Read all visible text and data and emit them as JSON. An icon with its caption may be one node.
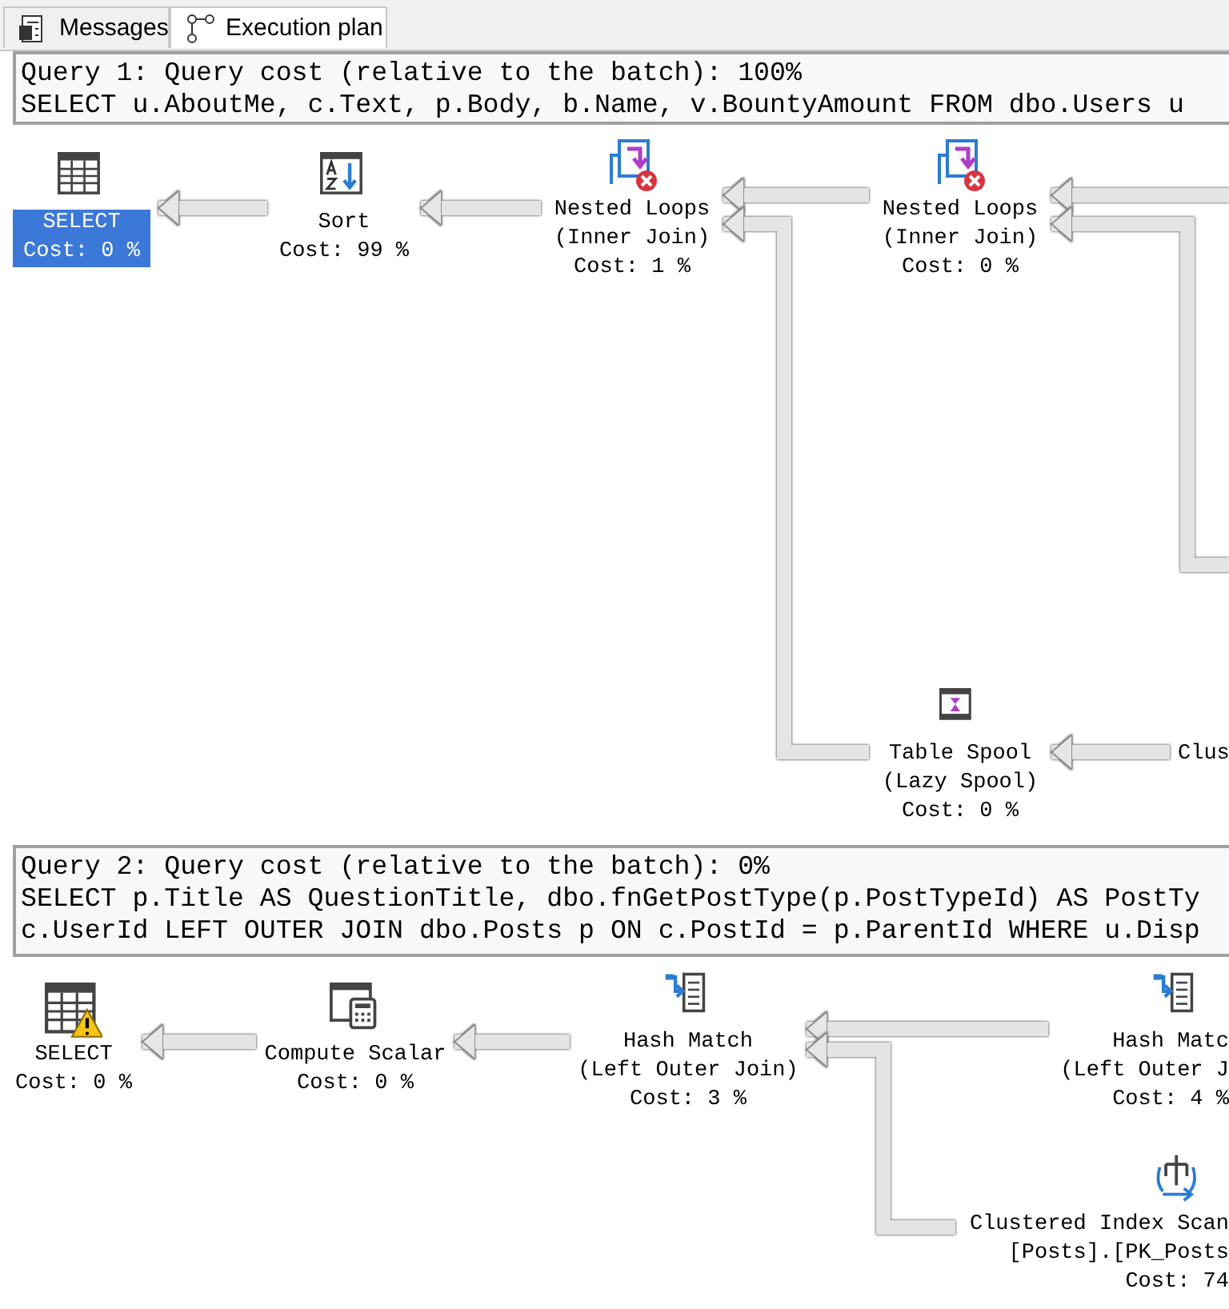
{
  "diagram": {
    "nodes": [
      {
        "text": [
          "SELECT",
          "Cost: 0 %"
        ]
      },
      {
        "text": [
          "Sort",
          "Cost: 99 %"
        ]
      },
      {
        "text": [
          "Nested Loops (Inner Join)",
          "Cost: 1 %"
        ]
      },
      {
        "text": [
          "Nested Loops (Inner Join)",
          "Cost: 0 %"
        ]
      },
      {
        "text": [
          "Table Spool (Lazy Spool)",
          "Cost: 0 %"
        ]
      },
      {
        "text": [
          "Clus"
        ]
      },
      {
        "text": [
          "SELECT",
          "Cost: 0 %"
        ]
      },
      {
        "text": [
          "Compute Scalar",
          "Cost: 0 %"
        ]
      },
      {
        "text": [
          "Hash Match (Left Outer Join)",
          "Cost: 3 %"
        ]
      },
      {
        "text": [
          "Hash Matc (Left Outer J",
          "Cost: 4 %"
        ]
      },
      {
        "text": [
          "Clustered Index Scan [Posts].[PK_Posts",
          "Cost: 74"
        ]
      }
    ],
    "edges": [
      {
        "from": 1,
        "to": 0,
        "arrow": "to"
      },
      {
        "from": 2,
        "to": 1,
        "arrow": "to"
      },
      {
        "from": 3,
        "to": 2,
        "arrow": "to"
      },
      {
        "from": 4,
        "to": 2,
        "arrow": "to"
      },
      {
        "from": null,
        "to": 3,
        "arrow": "to"
      },
      {
        "from": null,
        "to": 3,
        "arrow": "to"
      },
      {
        "from": 5,
        "to": 4,
        "arrow": "to"
      },
      {
        "from": 7,
        "to": 6,
        "arrow": "to"
      },
      {
        "from": 8,
        "to": 7,
        "arrow": "to"
      },
      {
        "from": 9,
        "to": 8,
        "arrow": "to"
      },
      {
        "from": 10,
        "to": 8,
        "arrow": "to"
      }
    ],
    "labels": [
      "Messages",
      "Execution plan",
      "Query 1: Query cost (relative to the batch): 100%",
      "SELECT u.AboutMe, c.Text, p.Body, b.Name, v.BountyAmount FROM dbo.Users u",
      "Query 2: Query cost (relative to the batch): 0%",
      "SELECT p.Title AS QuestionTitle, dbo.fnGetPostType(p.PostTypeId) AS PostTy",
      "c.UserId LEFT OUTER JOIN dbo.Posts p ON c.PostId = p.ParentId WHERE u.Disp"
    ]
  }
}
